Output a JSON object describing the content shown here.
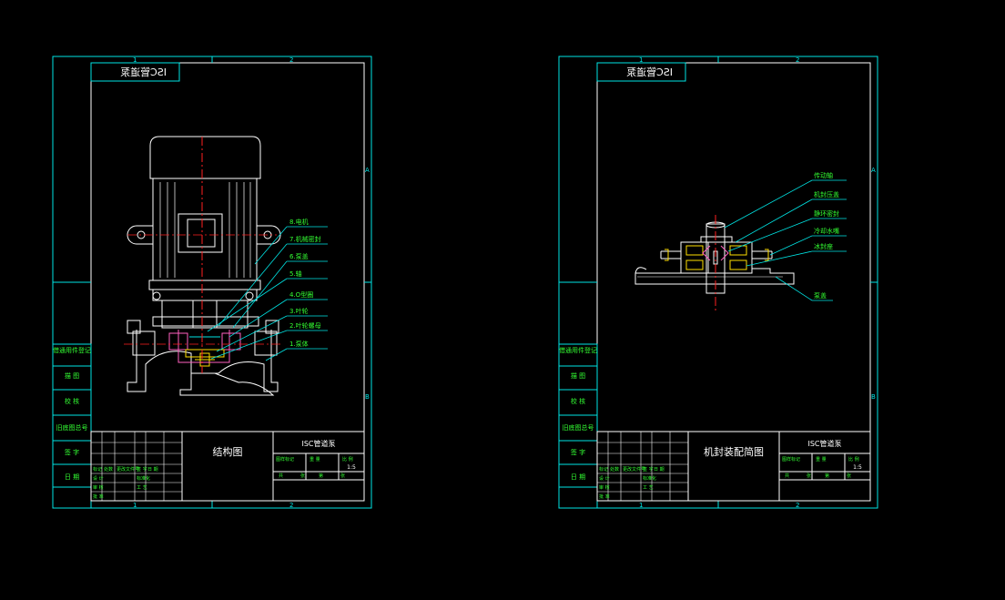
{
  "colors": {
    "background": "#000000",
    "frame_cyan": "#00e5e5",
    "border_white": "#ffffff",
    "label_green": "#33ff33",
    "centerline_red": "#ff2020",
    "seal_yellow": "#ffe000",
    "section_pink": "#ff60c0"
  },
  "sheet_left": {
    "stamp": "ISC管道泵",
    "grid_top_1": "1",
    "grid_top_2": "2",
    "grid_bottom_1": "1",
    "grid_bottom_2": "2",
    "grid_side_a": "A",
    "grid_side_b": "B",
    "side_table": [
      "借通用件登记",
      "描 图",
      "校 核",
      "旧底图总号",
      "签 字",
      "日 期"
    ],
    "callouts": [
      "8.电机",
      "7.机械密封",
      "6.泵盖",
      "5.轴",
      "4.O型圈",
      "3.叶轮",
      "2.叶轮螺母",
      "1.泵体"
    ],
    "title": "结构图",
    "product": "ISC管道泵",
    "scale": "1:5",
    "block_labels": [
      "图样标记",
      "重 量",
      "比 例",
      "共",
      "张",
      "第",
      "张"
    ],
    "bottom_rows": [
      "标记",
      "处数",
      "更改文件号",
      "签 字",
      "日 期",
      "设 计",
      "标准化",
      "审 核",
      "工 艺",
      "批 准"
    ]
  },
  "sheet_right": {
    "stamp": "ISC管道泵",
    "grid_top_1": "1",
    "grid_top_2": "2",
    "grid_bottom_1": "1",
    "grid_bottom_2": "2",
    "grid_side_a": "A",
    "grid_side_b": "B",
    "side_table": [
      "借通用件登记",
      "描 图",
      "校 核",
      "旧底图总号",
      "签 字",
      "日 期"
    ],
    "callouts": [
      "传动轴",
      "机封压盖",
      "静环密封",
      "冷却水嘴",
      "冰封座",
      "泵盖"
    ],
    "title": "机封装配简图",
    "product": "ISC管道泵",
    "scale": "1:5",
    "block_labels": [
      "图样标记",
      "重 量",
      "比 例",
      "共",
      "张",
      "第",
      "张"
    ],
    "bottom_rows": [
      "标记",
      "处数",
      "更改文件号",
      "签 字",
      "日 期",
      "设 计",
      "标准化",
      "审 核",
      "工 艺",
      "批 准"
    ]
  }
}
